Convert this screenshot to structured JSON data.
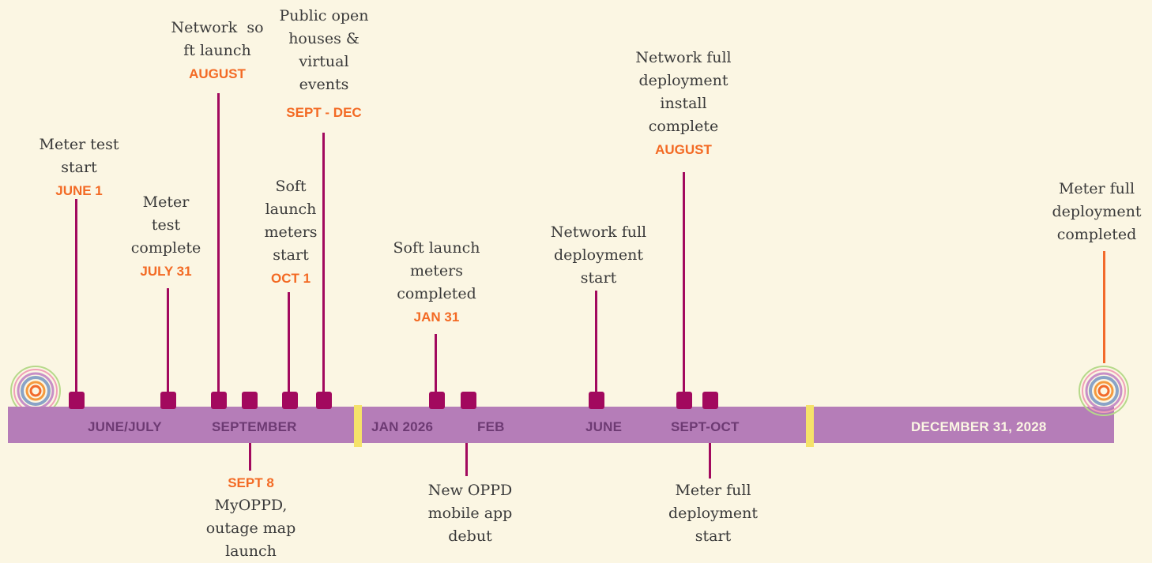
{
  "colors": {
    "background": "#fbf6e3",
    "bar": "#b57db8",
    "marker": "#a2095e",
    "date": "#f36a24",
    "separator": "#f5e26a"
  },
  "segments": {
    "june_july": "JUNE/JULY",
    "september": "SEPTEMBER",
    "jan_2026": "JAN 2026",
    "feb": "FEB",
    "june": "JUNE",
    "sept_oct": "SEPT-OCT",
    "dec_2028": "DECEMBER 31, 2028"
  },
  "milestones": {
    "meter_test_start": {
      "lines": [
        "Meter test",
        "start"
      ],
      "date": "JUNE 1"
    },
    "meter_test_complete": {
      "lines": [
        "Meter",
        "test",
        "complete"
      ],
      "date": "JULY 31"
    },
    "network_soft_launch": {
      "lines": [
        "Network  so",
        "ft launch"
      ],
      "date": "AUGUST"
    },
    "myoppd_launch": {
      "date": "SEPT 8",
      "lines": [
        "MyOPPD,",
        "outage map",
        "launch"
      ]
    },
    "soft_launch_meters_start": {
      "lines": [
        "Soft",
        "launch",
        "meters",
        "start"
      ],
      "date": "OCT 1"
    },
    "public_open_houses": {
      "lines": [
        "Public open",
        "houses &",
        "virtual",
        "events"
      ],
      "date": "SEPT - DEC"
    },
    "soft_launch_meters_completed": {
      "lines": [
        "Soft launch",
        "meters",
        "completed"
      ],
      "date": "JAN 31"
    },
    "mobile_app_debut": {
      "lines": [
        "New OPPD",
        "mobile app",
        "debut"
      ]
    },
    "network_full_deployment_start": {
      "lines": [
        "Network full",
        "deployment",
        "start"
      ]
    },
    "network_full_deployment_complete": {
      "lines": [
        "Network full",
        "deployment",
        "install",
        "complete"
      ],
      "date": "AUGUST"
    },
    "meter_full_deployment_start": {
      "lines": [
        "Meter full",
        "deployment",
        "start"
      ]
    },
    "meter_full_deployment_completed": {
      "lines": [
        "Meter full",
        "deployment",
        "completed"
      ]
    }
  }
}
